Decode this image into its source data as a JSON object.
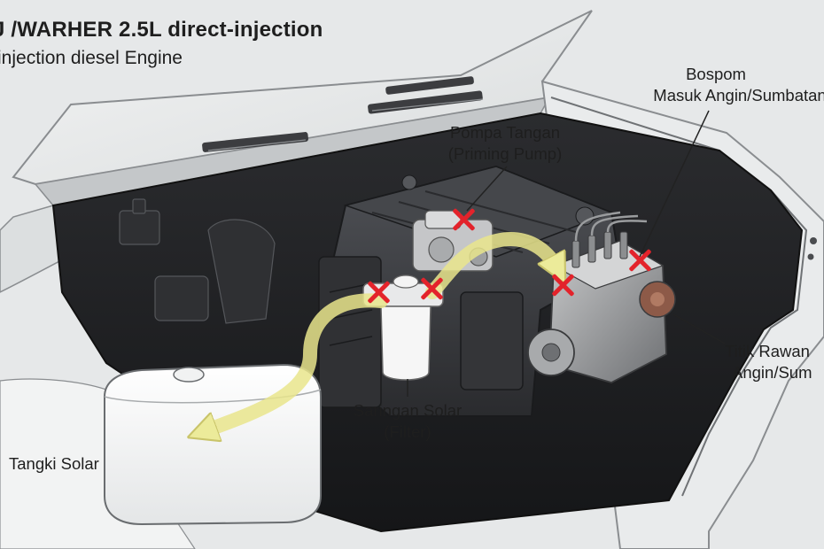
{
  "header": {
    "title": "J /WARHER 2.5L direct-injection",
    "subtitle": "injection diesel Engine"
  },
  "callouts": {
    "bospom": {
      "line1": "Bospom",
      "line2": "Masuk Angin/Sumbatan"
    },
    "pompa_tangan": {
      "line1": "Pompa Tangan",
      "line2": "(Priming Pump)"
    },
    "titik_rawan": {
      "line1": "Titik Rawan",
      "line2": "Angin/Sum"
    },
    "saringan": {
      "line1": "Saringan Solar",
      "line2": "(Filter)"
    },
    "tangki": {
      "line1": "Tangki Solar"
    }
  },
  "colors": {
    "background": "#e6e8e9",
    "fuel_flow": "#e9e58c",
    "problem_marker": "#e3232b",
    "engine_bay": "#1b1c1e",
    "engine": "#3a3b3e"
  },
  "markers": [
    {
      "name": "priming-pump-air-leak-marker",
      "icon": "red-x-icon"
    },
    {
      "name": "filter-inlet-air-leak-marker",
      "icon": "red-x-icon"
    },
    {
      "name": "filter-outlet-air-leak-marker",
      "icon": "red-x-icon"
    },
    {
      "name": "pump-inlet-air-leak-marker",
      "icon": "red-x-icon"
    },
    {
      "name": "injection-pump-air-leak-marker",
      "icon": "red-x-icon"
    }
  ]
}
